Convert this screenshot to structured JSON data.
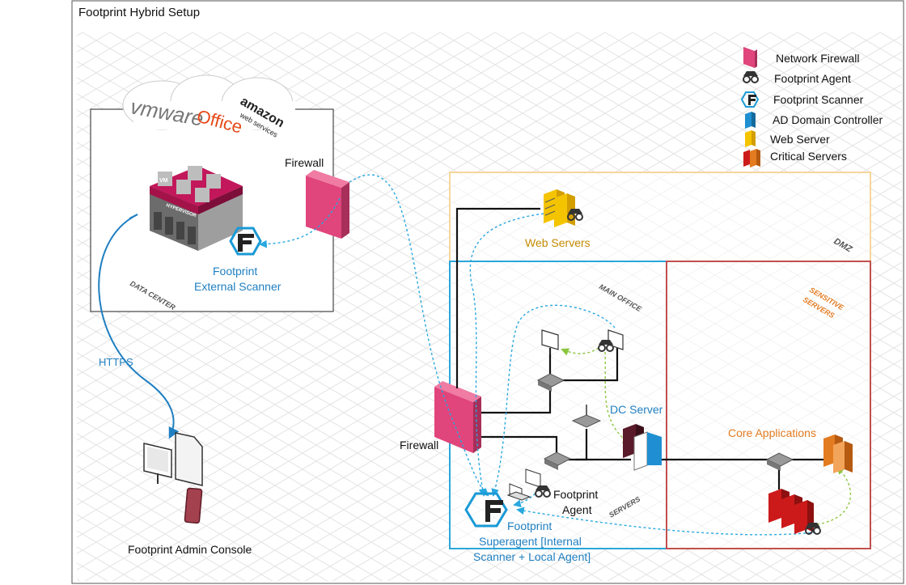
{
  "title": "Footprint Hybrid Setup",
  "cloud_logos": [
    "vmware",
    "Office",
    "amazon",
    "web services"
  ],
  "hypervisor_text": "HYPERVISOR",
  "vm_text": "VM",
  "labels": {
    "data_center": "DATA CENTER",
    "dmz": "DMZ",
    "main_office": "MAIN OFFICE",
    "sensitive_servers_1": "SENSITIVE",
    "sensitive_servers_2": "SERVERS",
    "servers": "SERVERS",
    "firewall_top": "Firewall",
    "firewall_mid": "Firewall",
    "https": "HTTPS",
    "external_scanner_1": "Footprint",
    "external_scanner_2": "External Scanner",
    "web_servers": "Web Servers",
    "dc_server": "DC Server",
    "core_applications": "Core Applications",
    "footprint_agent_1": "Footprint",
    "footprint_agent_2": "Agent",
    "superagent_1": "Footprint",
    "superagent_2": "Superagent [Internal",
    "superagent_3": "Scanner + Local Agent]",
    "admin_console": "Footprint Admin Console"
  },
  "legend": [
    {
      "label": "Network Firewall",
      "icon": "firewall-icon"
    },
    {
      "label": "Footprint Agent",
      "icon": "agent-icon"
    },
    {
      "label": "Footprint Scanner",
      "icon": "scanner-icon"
    },
    {
      "label": "AD Domain Controller",
      "icon": "ad-controller-icon"
    },
    {
      "label": "Web Server",
      "icon": "web-server-icon"
    },
    {
      "label": "Critical Servers",
      "icon": "critical-server-icon"
    }
  ],
  "colors": {
    "dmz_border": "#f6d69b",
    "main_office_border": "#2aa7d9",
    "sensitive_border": "#c0504d",
    "dashed_blue": "#29a8e0",
    "dashed_green": "#8cc63f",
    "https_arrow": "#1f7fc1",
    "firewall": "#e0457b",
    "web_server": "#f5c400",
    "dc_server": "#1f8fd1",
    "critical": "#cc1a1a",
    "core_app": "#e37b20"
  }
}
